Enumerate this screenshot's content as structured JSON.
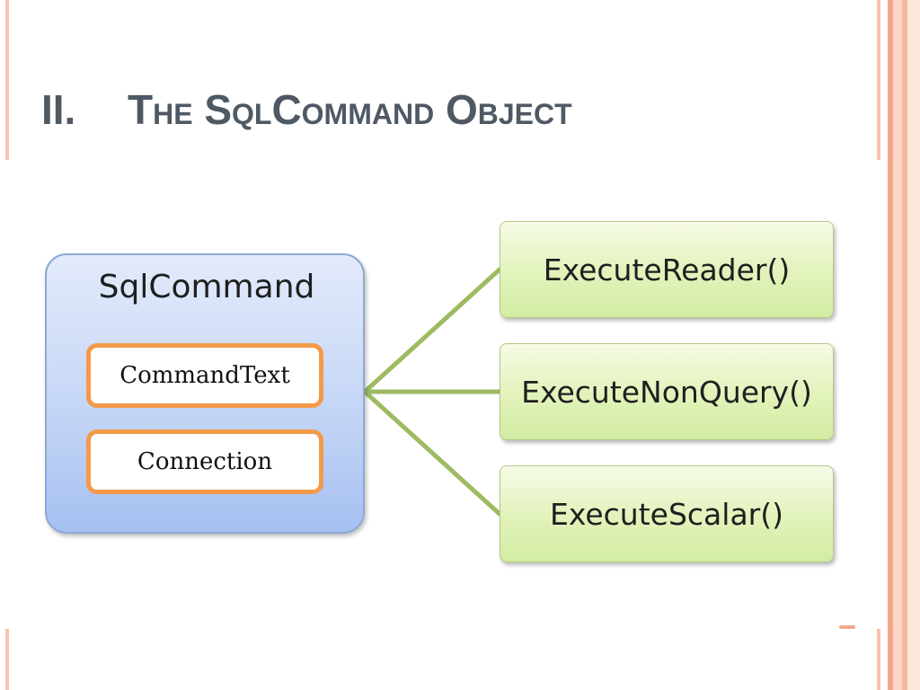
{
  "slide": {
    "title_number": "II.",
    "title_text": "The SqlCommand Object"
  },
  "diagram": {
    "main_box": {
      "label": "SqlCommand",
      "properties": [
        "CommandText",
        "Connection"
      ]
    },
    "methods": [
      "ExecuteReader()",
      "ExecuteNonQuery()",
      "ExecuteScalar()"
    ],
    "colors": {
      "main_box_fill": "#c5d6f6",
      "property_border": "#f39a4a",
      "method_fill": "#e3f3bd",
      "connector": "#9dbb61",
      "title": "#4f5964",
      "frame_accent": "#f4a887"
    }
  }
}
